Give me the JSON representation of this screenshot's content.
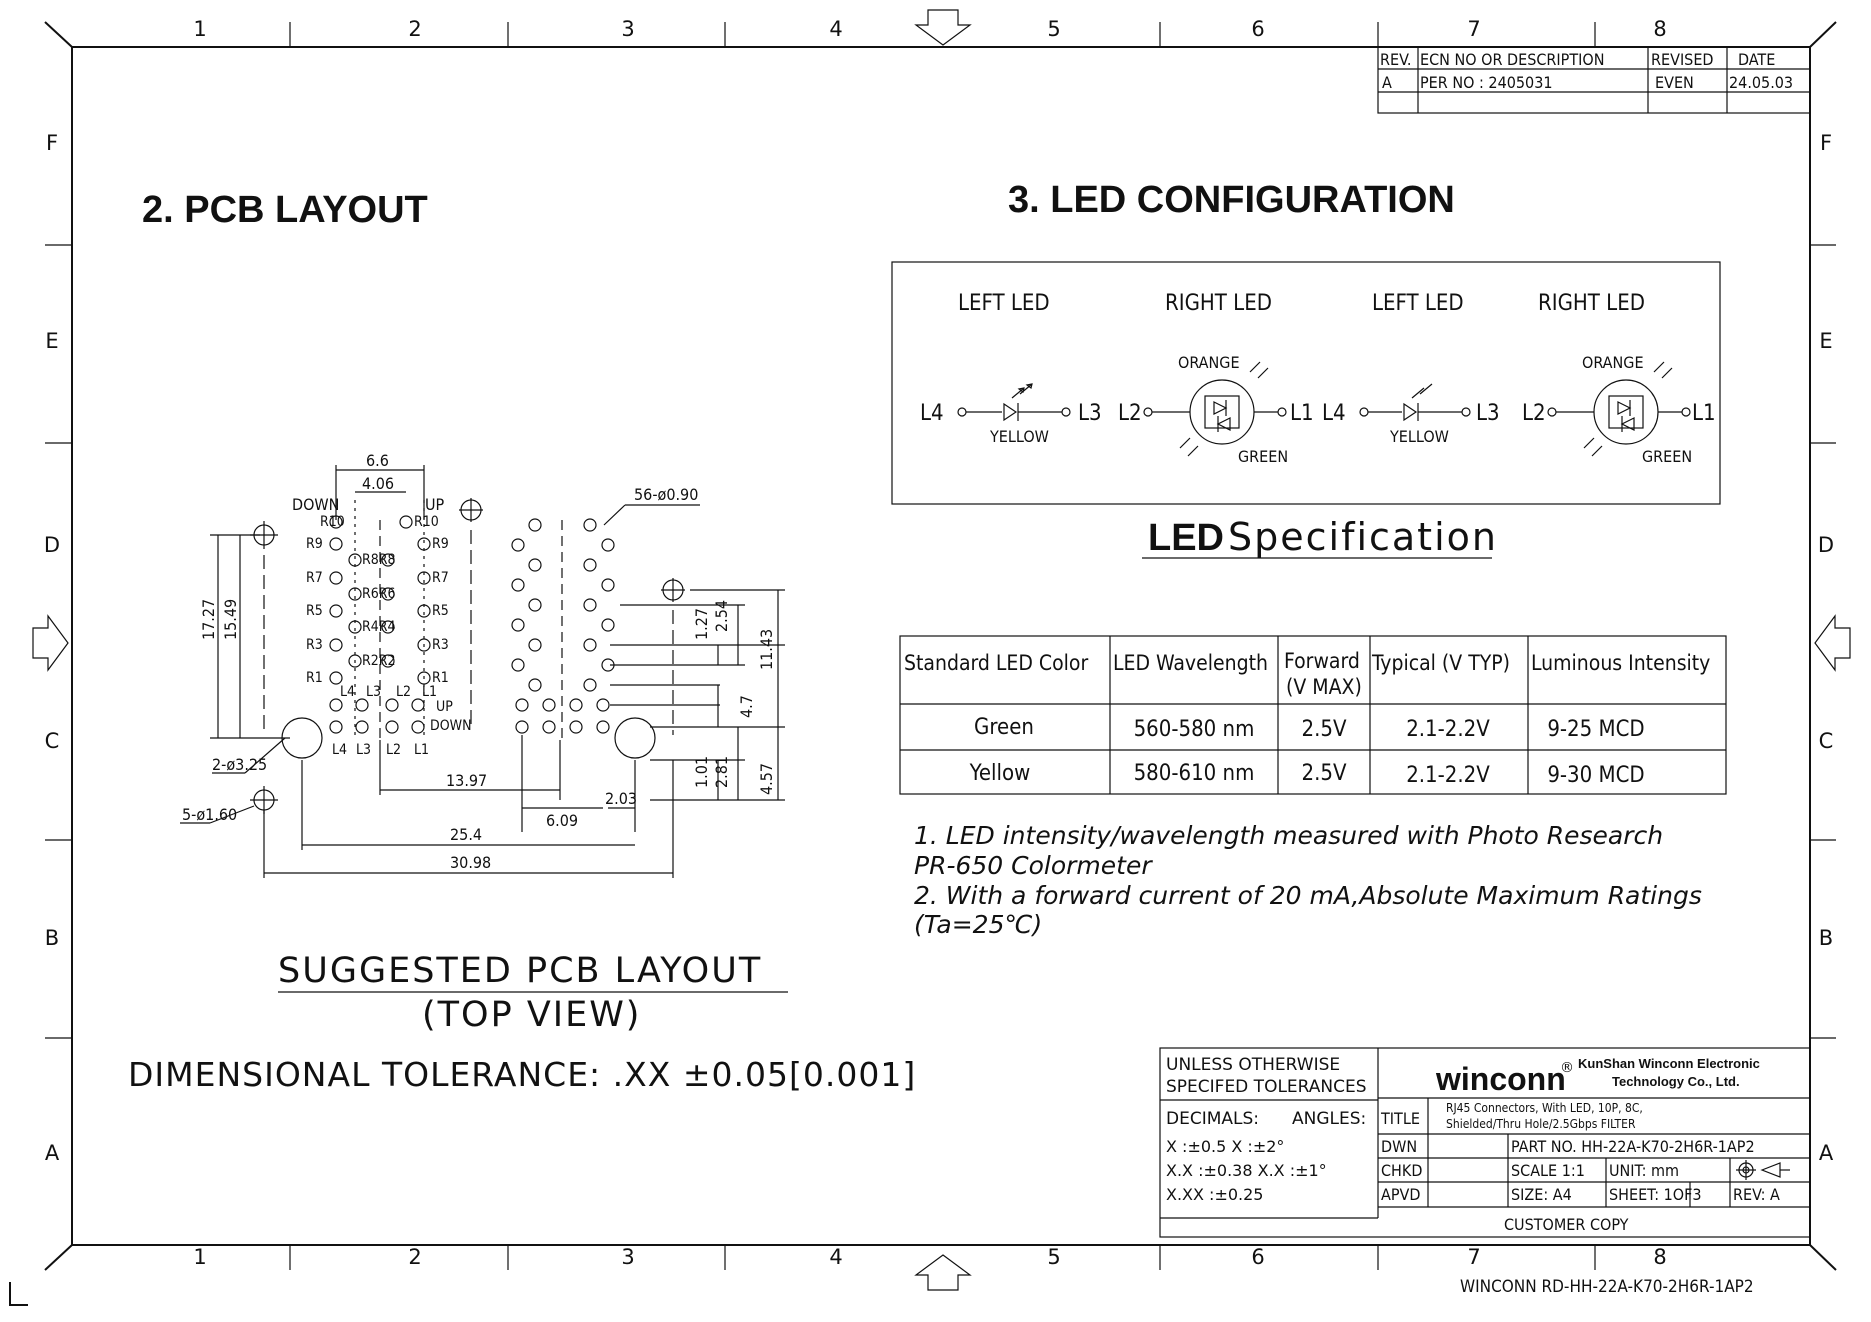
{
  "border": {
    "columns": [
      "1",
      "2",
      "3",
      "4",
      "5",
      "6",
      "7",
      "8"
    ],
    "rows": [
      "F",
      "E",
      "D",
      "C",
      "B",
      "A"
    ]
  },
  "revision_table": {
    "headers": [
      "REV.",
      "ECN NO OR DESCRIPTION",
      "REVISED",
      "DATE"
    ],
    "row": [
      "A",
      "PER NO : 2405031",
      "EVEN",
      "24.05.03"
    ]
  },
  "sections": {
    "pcb_title": "2. PCB LAYOUT",
    "led_title": "3. LED CONFIGURATION"
  },
  "pcb": {
    "labels": {
      "dim_6_6": "6.6",
      "dim_4_06": "4.06",
      "down_top": "DOWN",
      "up_top": "UP",
      "holes_56": "56-ø0.90",
      "dim_17_27": "17.27",
      "dim_15_49": "15.49",
      "holes_2": "2-ø3.25",
      "holes_5": "5-ø1.60",
      "dim_13_97": "13.97",
      "dim_25_4": "25.4",
      "dim_30_98": "30.98",
      "dim_6_09": "6.09",
      "dim_2_03": "2.03",
      "dim_1_27": "1.27",
      "dim_2_54": "2.54",
      "dim_11_43": "11.43",
      "dim_4_7": "4.7",
      "dim_1_01": "1.01",
      "dim_2_81": "2.81",
      "dim_4_57": "4.57",
      "up_bottom": "UP",
      "down_bottom": "DOWN"
    },
    "r_left": [
      "R10",
      "R9",
      "R7",
      "R5",
      "R3",
      "R1"
    ],
    "r_right": [
      "R10",
      "R9",
      "R7",
      "R5",
      "R3",
      "R1"
    ],
    "r_mid": [
      "R8R8",
      "R6R6",
      "R4R4",
      "R2R2"
    ],
    "l_top": [
      "L4",
      "L3",
      "L2",
      "L1"
    ],
    "l_bottom": [
      "L4",
      "L3",
      "L2",
      "L1"
    ],
    "caption": "SUGGESTED PCB LAYOUT",
    "caption2": "(TOP VIEW)",
    "tolerance": "DIMENSIONAL TOLERANCE: .XX ±0.05[0.001]"
  },
  "led_config": {
    "headers": [
      "LEFT LED",
      "RIGHT LED",
      "LEFT LED",
      "RIGHT LED"
    ],
    "pins": [
      "L4",
      "L3",
      "L2",
      "L1",
      "L4",
      "L3",
      "L2",
      "L1"
    ],
    "colors": [
      "YELLOW",
      "ORANGE",
      "GREEN",
      "YELLOW",
      "ORANGE",
      "GREEN"
    ]
  },
  "led_spec": {
    "title_bold": "LED",
    "title_rest": "Specification",
    "headers": [
      "Standard LED Color",
      "LED Wavelength",
      "Forward",
      "(V MAX)",
      "Typical (V TYP)",
      "Luminous Intensity"
    ],
    "rows": [
      [
        "Green",
        "560-580 nm",
        "2.5V",
        "2.1-2.2V",
        "9-25 MCD"
      ],
      [
        "Yellow",
        "580-610 nm",
        "2.5V",
        "2.1-2.2V",
        "9-30 MCD"
      ]
    ],
    "notes": [
      "1. LED intensity/wavelength measured with Photo Research",
      "PR-650 Colormeter",
      "2. With a forward current of 20 mA,Absolute Maximum Ratings",
      "(Ta=25℃)"
    ]
  },
  "title_block": {
    "tol_head1": "UNLESS OTHERWISE",
    "tol_head2": "SPECIFED TOLERANCES",
    "decimals": "DECIMALS:",
    "angles": "ANGLES:",
    "tol_rows": [
      "X      :±0.5   X   :±2°",
      "X.X    :±0.38 X.X :±1°",
      "X.XX  :±0.25"
    ],
    "brand": "winconn",
    "reg": "®",
    "company1": "KunShan Winconn Electronic",
    "company2": "Technology Co., Ltd.",
    "title_label": "TITLE",
    "title1": "RJ45 Connectors, With  LED, 10P, 8C,",
    "title2": "Shielded/Thru Hole/2.5Gbps FILTER",
    "dwn": "DWN",
    "chkd": "CHKD",
    "apvd": "APVD",
    "part_no": "PART NO.  HH-22A-K70-2H6R-1AP2",
    "scale": "SCALE 1:1",
    "unit": "UNIT:   mm",
    "size": "SIZE:  A4",
    "sheet": "SHEET: 1OF3",
    "rev": "REV: A",
    "customer_copy": "CUSTOMER COPY",
    "doc_number": "WINCONN RD-HH-22A-K70-2H6R-1AP2"
  }
}
